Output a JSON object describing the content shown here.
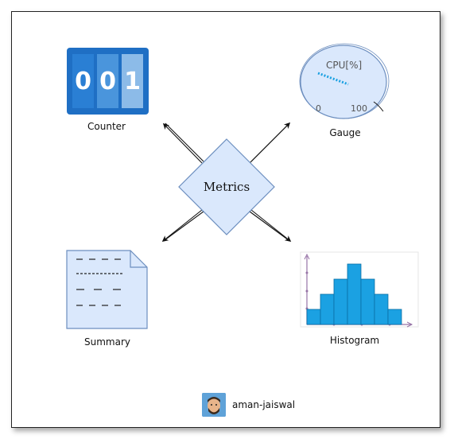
{
  "center": {
    "label": "Metrics"
  },
  "nodes": {
    "counter": {
      "label": "Counter",
      "digits": [
        "0",
        "0",
        "1"
      ],
      "color": "#1f6fc4"
    },
    "gauge": {
      "label": "Gauge",
      "title": "CPU[%]",
      "min": "0",
      "max": "100"
    },
    "summary": {
      "label": "Summary"
    },
    "histogram": {
      "label": "Histogram",
      "bar_color": "#1ba1e2"
    }
  },
  "author": {
    "name": "aman-jaiswal"
  }
}
